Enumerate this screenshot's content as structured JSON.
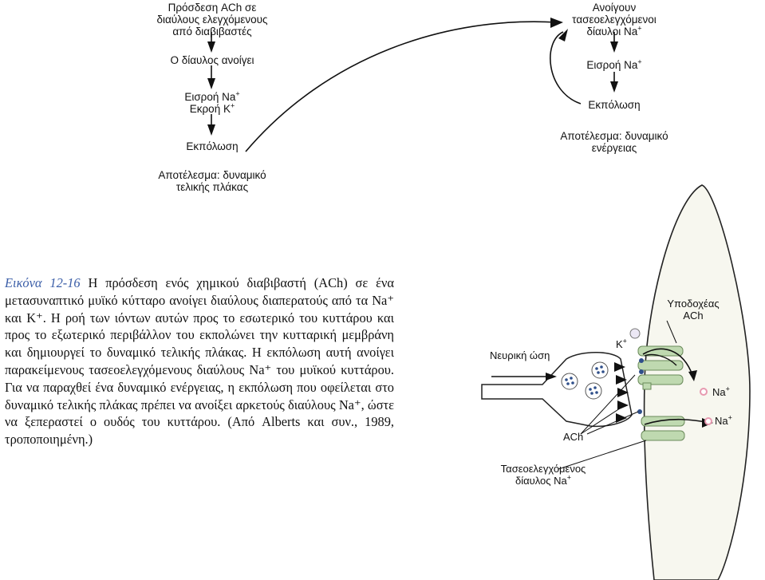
{
  "left_flow": {
    "step1": [
      "Πρόσδεση ACh σε",
      "διαύλους ελεγχόμενους",
      "από διαβιβαστές"
    ],
    "step2": "Ο δίαυλος ανοίγει",
    "step3_line1": "Εισροή Na",
    "step3_line2": "Εκροή K",
    "step4": "Εκπόλωση",
    "result": [
      "Αποτέλεσμα: δυναμικό",
      "τελικής πλάκας"
    ]
  },
  "right_flow": {
    "step1": [
      "Ανοίγουν",
      "τασεοελεγχόμενοι"
    ],
    "step1_line3": "δίαυλοι Na",
    "step2": "Εισροή Na",
    "step3": "Εκπόλωση",
    "result": [
      "Αποτέλεσμα: δυναμικό",
      "ενέργειας"
    ]
  },
  "superscript_plus": "+",
  "caption": {
    "label": "Εικόνα 12-16",
    "text": " Η πρόσδεση ενός χημικού διαβιβαστή (ACh) σε ένα μετασυναπτικό μυϊκό κύτταρο ανοίγει διαύλους διαπερατούς από τα Na⁺ και K⁺. Η ροή των ιόντων αυτών προς το εσωτερικό του κυττάρου και προς το εξωτερικό περιβάλλον του εκπολώνει την κυτταρική μεμβράνη και δημιουργεί το δυναμικό τελικής πλάκας. Η εκπόλωση αυτή ανοίγει παρακείμενους τασεοελεγχόμενους διαύλους Na⁺ του μυϊκού κυττάρου. Για να παραχθεί ένα δυναμικό ενέργειας, η εκπόλωση που οφείλεται στο δυναμικό τελικής πλάκας πρέπει να ανοίξει αρκετούς διαύλους Na⁺, ώστε να ξεπεραστεί ο ουδός του κυττάρου. (Από Alberts και συν., 1989, τροποποιημένη.)"
  },
  "synapse": {
    "nerve_impulse": "Νευρική ώση",
    "k_ion": "K",
    "receptors": [
      "Υποδοχέας",
      "ACh"
    ],
    "na_ion_1": "Na",
    "na_ion_2": "Na",
    "ach": "ACh",
    "vg_channel": [
      "Τασεοελεγχόμενος"
    ],
    "vg_channel_line2": "δίαυλος Na"
  },
  "colors": {
    "muscle_fill": "#f7f7ef",
    "channel_fill": "#bfd9b0",
    "channel_stroke": "#6a8a5a",
    "ion_pink": "#e79ab0",
    "vesicle_dot": "#2f4f8a",
    "caption_label": "#3b5ea8"
  }
}
